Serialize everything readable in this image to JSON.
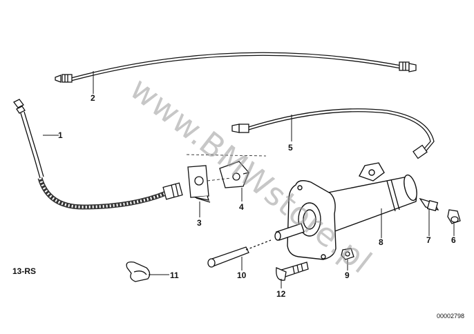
{
  "diagram": {
    "section_code": "13-RS",
    "reference_number": "00002798",
    "watermark": "www.BMWstore.pl",
    "parts": [
      {
        "number": "1"
      },
      {
        "number": "2"
      },
      {
        "number": "3"
      },
      {
        "number": "4"
      },
      {
        "number": "5"
      },
      {
        "number": "6"
      },
      {
        "number": "7"
      },
      {
        "number": "8"
      },
      {
        "number": "9"
      },
      {
        "number": "10"
      },
      {
        "number": "11"
      },
      {
        "number": "12"
      }
    ]
  }
}
